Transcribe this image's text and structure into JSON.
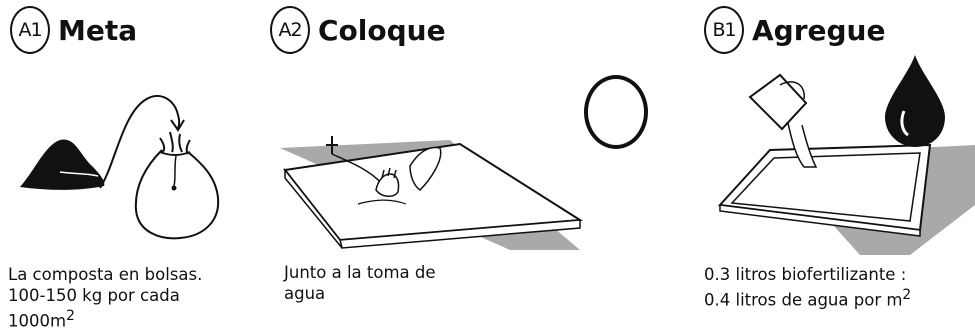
{
  "steps": [
    {
      "badge": "A1",
      "title": "Meta",
      "caption": "La composta en bolsas.\n100-150 kg por cada\n1000m",
      "caption_sup": "2"
    },
    {
      "badge": "A2",
      "title": "Coloque",
      "caption": "Junto a la toma de\nagua"
    },
    {
      "badge": "B1",
      "title": "Agregue",
      "caption": "0.3 litros biofertilizante  :\n0.4 litros de agua por m",
      "caption_sup": "2"
    }
  ],
  "colors": {
    "ink": "#111111",
    "shadow": "#a9a9a9"
  }
}
